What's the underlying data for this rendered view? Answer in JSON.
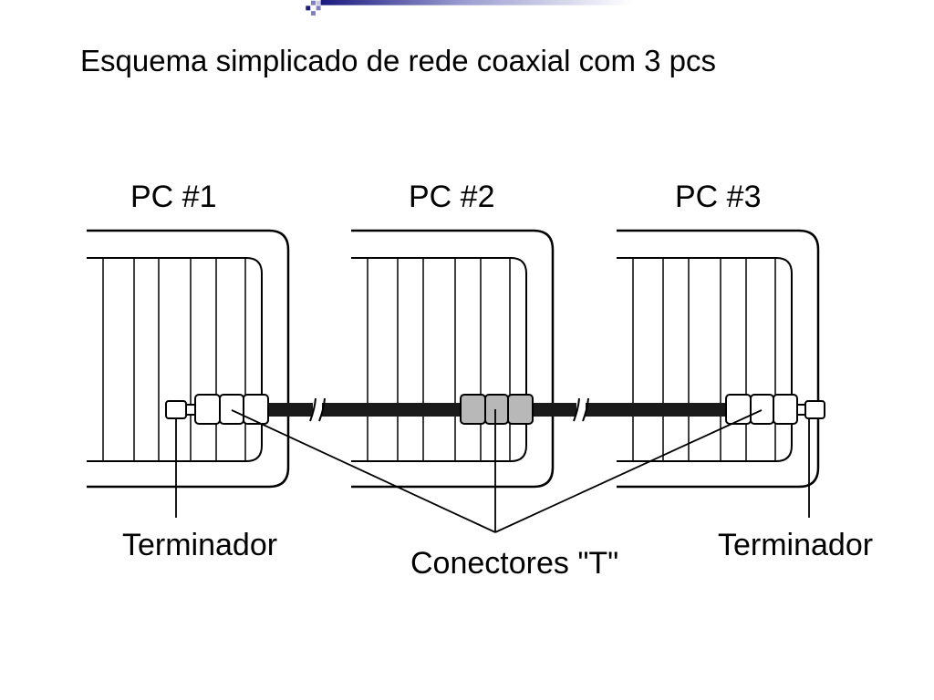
{
  "slide": {
    "title": "Esquema simplicado de rede coaxial com 3 pcs"
  },
  "diagram": {
    "pcs": [
      {
        "label": "PC #1"
      },
      {
        "label": "PC #2"
      },
      {
        "label": "PC #3"
      }
    ],
    "callouts": {
      "terminator_left": "Terminador",
      "t_connectors": "Conectores \"T\"",
      "terminator_right": "Terminador"
    }
  },
  "colors": {
    "header_dark": "#1a1a80",
    "header_mid": "#8080c0",
    "cable": "#1a1a1a",
    "t_connector_highlight": "#b8b8b8",
    "outline": "#000000"
  }
}
